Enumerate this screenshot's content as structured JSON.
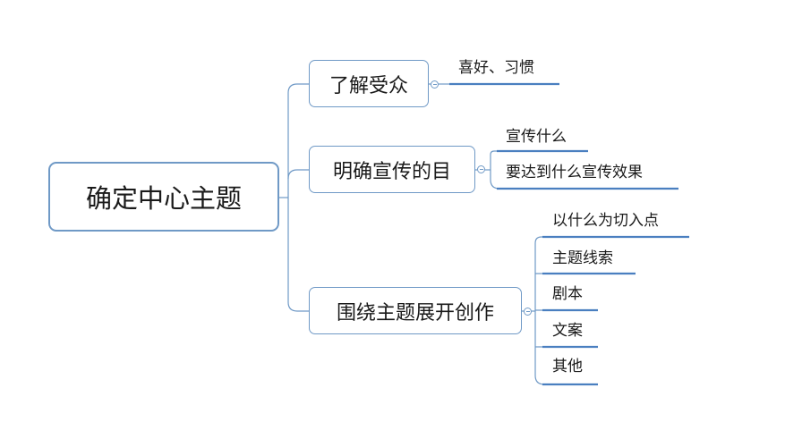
{
  "mindmap": {
    "root": "确定中心主题",
    "branches": [
      {
        "label": "了解受众",
        "children": [
          "喜好、习惯"
        ]
      },
      {
        "label": "明确宣传的目",
        "children": [
          "宣传什么",
          "要达到什么宣传效果"
        ]
      },
      {
        "label": "围绕主题展开创作",
        "children": [
          "以什么为切入点",
          "主题线索",
          "剧本",
          "文案",
          "其他"
        ]
      }
    ]
  },
  "colors": {
    "line": "#6f99c6",
    "underline": "#4a7fc0",
    "text": "#1a1a1a"
  }
}
